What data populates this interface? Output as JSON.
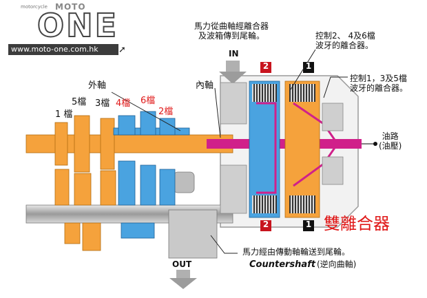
{
  "logo": {
    "small_tag": "motorcycle",
    "brand_top": "MOTO",
    "brand_main": "ONE",
    "url": "www.moto-one.com.hk"
  },
  "labels": {
    "power_in": "馬力從曲軸經離合器\n及波箱傳到尾輪。",
    "clutch2_desc": "控制2、 4及6檔\n波牙的離合器。",
    "clutch1_desc": "控制1，3及5檔\n波牙的離合器。",
    "outer_shaft": "外軸",
    "inner_shaft": "內軸",
    "gear_1": "1 檔",
    "gear_5": "5檔",
    "gear_3": "3檔",
    "gear_4": "4檔",
    "gear_6": "6檔",
    "gear_2": "2檔",
    "in": "IN",
    "out": "OUT",
    "clutch2_badge": "2",
    "clutch1_badge": "1",
    "oil_path": "油路\n(油壓)",
    "dual_clutch": "雙離合器",
    "power_out": "馬力經由傳動軸輪送到尾輪。",
    "countershaft": "Countershaft",
    "countershaft_zh": "(逆向曲軸)"
  },
  "colors": {
    "orange": "#f5a23c",
    "blue": "#4aa3e0",
    "magenta": "#d0208a",
    "red_text": "#e01818",
    "badge": "#c8141e"
  }
}
